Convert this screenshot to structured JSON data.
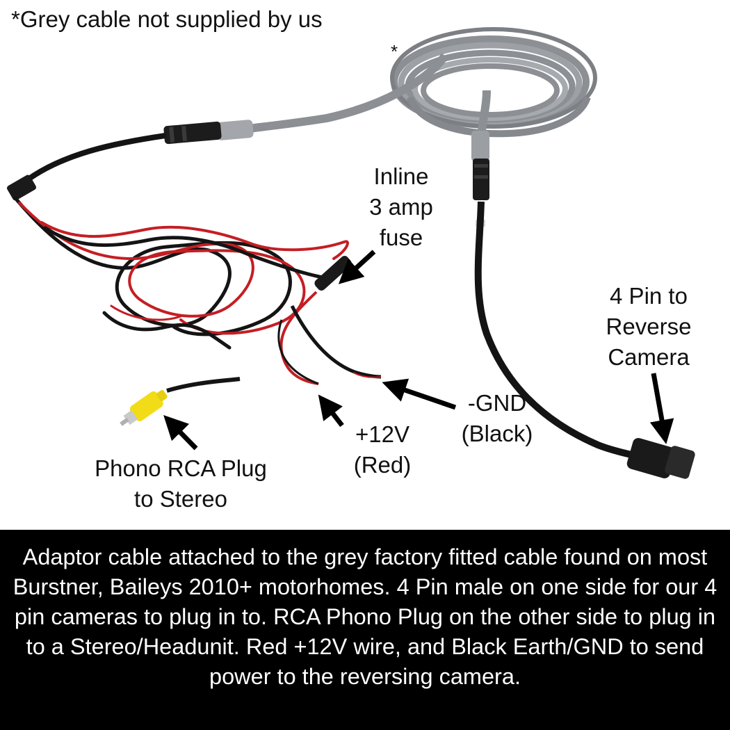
{
  "photo": {
    "top_note": "*Grey cable not supplied by us",
    "asterisk_mark": "*",
    "labels": {
      "fuse": [
        "Inline",
        "3 amp",
        "fuse"
      ],
      "camera": [
        "4 Pin to",
        "Reverse",
        "Camera"
      ],
      "gnd": [
        "-GND",
        "(Black)"
      ],
      "positive": [
        "+12V",
        "(Red)"
      ],
      "rca": [
        "Phono RCA Plug",
        "to Stereo"
      ]
    }
  },
  "caption": "Adaptor cable attached to the grey factory fitted cable found on most Burstner, Baileys 2010+ motorhomes. 4 Pin male on one side for our 4 pin cameras to plug in to. RCA Phono Plug on the other side to plug in to a Stereo/Headunit. Red +12V wire, and Black Earth/GND to send power to the reversing camera.",
  "colors": {
    "grey_cable": "#8c8f93",
    "black_wire": "#141414",
    "red_wire": "#c41e24",
    "rca_plug": "#f2dc18",
    "background": "#ffffff",
    "caption_band": "#000000"
  }
}
